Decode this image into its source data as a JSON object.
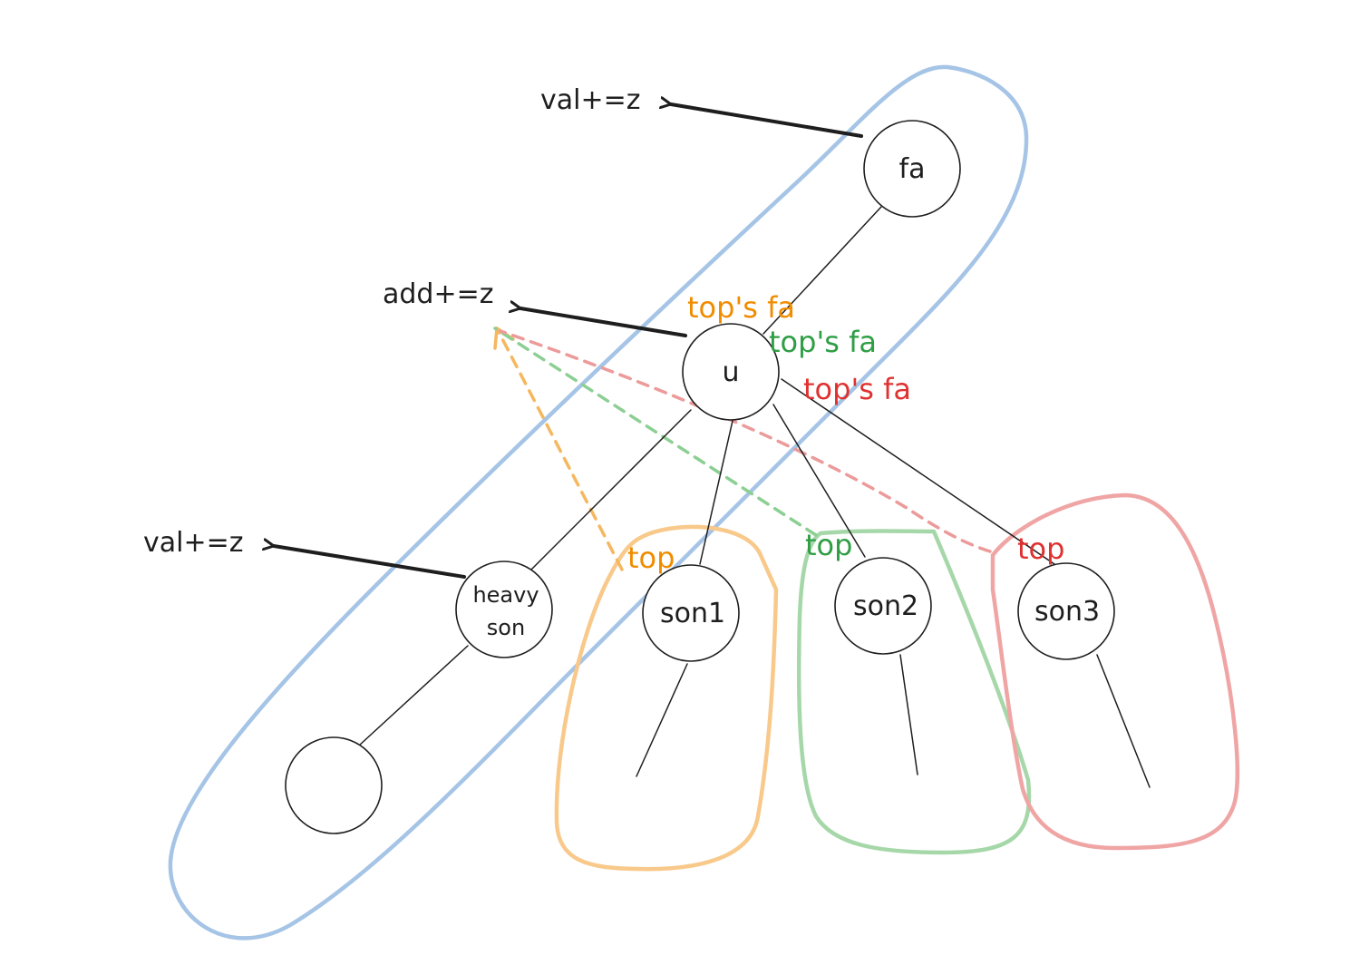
{
  "colors": {
    "ink": "#1e1e1e",
    "blue": "#a5c4e6",
    "orange": "#f8c98a",
    "orange_text": "#f08c00",
    "green": "#a6d7a9",
    "green_text": "#2f9e44",
    "red": "#f0a5a5",
    "red_text": "#e03131",
    "red_dash": "#ec9a9a",
    "orange_dash": "#f5b75f",
    "green_dash": "#8ccf93"
  },
  "nodes": {
    "fa": "fa",
    "u": "u",
    "heavy_son_line1": "heavy",
    "heavy_son_line2": "son",
    "son1": "son1",
    "son2": "son2",
    "son3": "son3"
  },
  "operations": {
    "fa_op": "val+=z",
    "u_op": "add+=z",
    "heavy_op": "val+=z"
  },
  "annotations": {
    "orange_fa": "top's fa",
    "green_fa": "top's fa",
    "red_fa": "top's fa",
    "orange_top": "top",
    "green_top": "top",
    "red_top": "top"
  }
}
